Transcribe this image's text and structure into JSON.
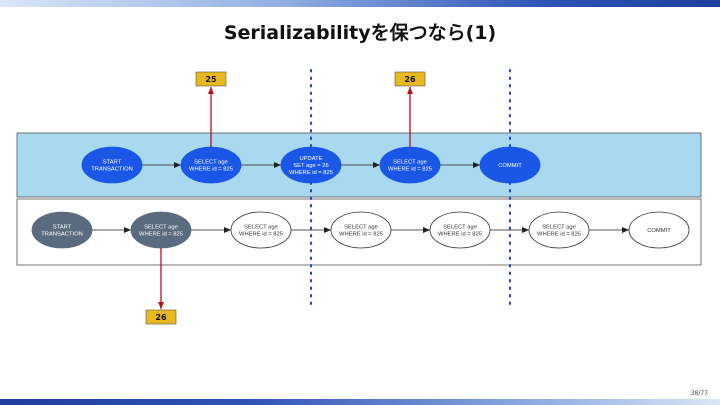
{
  "slide": {
    "title": "Serializabilityを保つなら(1)",
    "page": "38/77"
  },
  "colors": {
    "top_band": "#a9d9ee",
    "top_node": "#1b57e6",
    "gray_node": "#5a6b80",
    "arrow_red": "#b3121b",
    "value_box": "#e8b81f",
    "dotted_line": "#1f49b8"
  },
  "top_lane": {
    "nodes": [
      {
        "lines": [
          "START",
          "TRANSACTION"
        ]
      },
      {
        "lines": [
          "SELECT age",
          "WHERE id = 825"
        ]
      },
      {
        "lines": [
          "UPDATE",
          "SET age = 26",
          "WHERE id = 825"
        ]
      },
      {
        "lines": [
          "SELECT age",
          "WHERE id = 825"
        ]
      },
      {
        "lines": [
          "COMMIT"
        ]
      }
    ],
    "results": [
      {
        "label": "25"
      },
      {
        "label": "26"
      }
    ]
  },
  "bottom_lane": {
    "nodes": [
      {
        "lines": [
          "START",
          "TRANSACTION"
        ]
      },
      {
        "lines": [
          "SELECT age",
          "WHERE id = 825"
        ]
      },
      {
        "lines": [
          "SELECT age",
          "WHERE id = 825"
        ]
      },
      {
        "lines": [
          "SELECT age",
          "WHERE id = 825"
        ]
      },
      {
        "lines": [
          "SELECT age",
          "WHERE id = 825"
        ]
      },
      {
        "lines": [
          "SELECT age",
          "WHERE id = 825"
        ]
      },
      {
        "lines": [
          "COMMIT"
        ]
      }
    ],
    "results": [
      {
        "label": "26"
      }
    ]
  }
}
